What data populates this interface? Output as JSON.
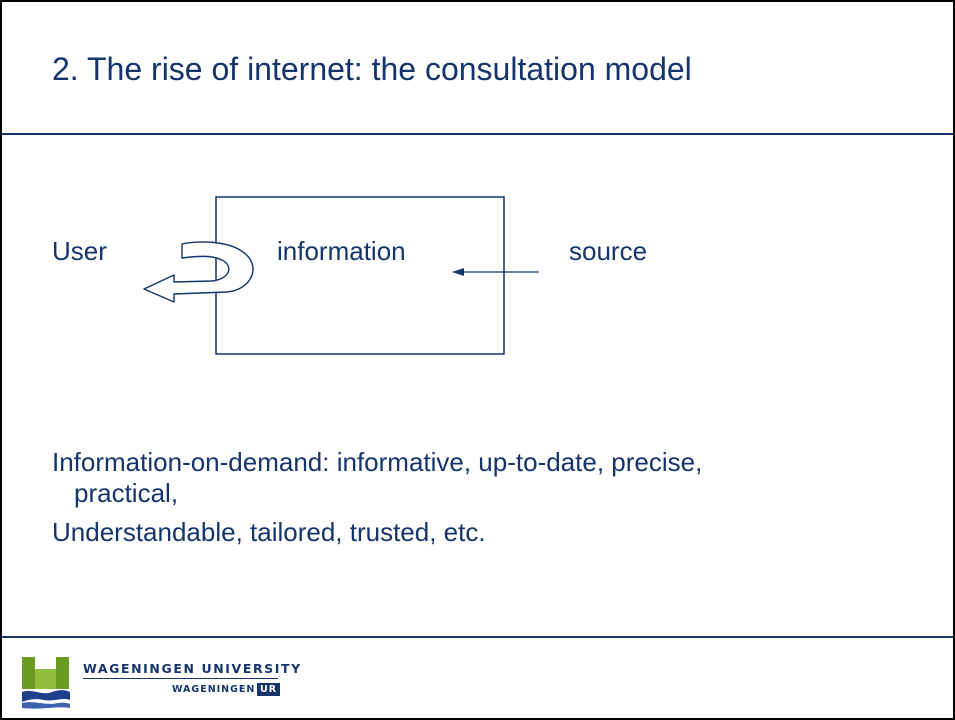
{
  "slide": {
    "title": "2. The rise of internet: the consultation model"
  },
  "diagram": {
    "user_label": "User",
    "information_label": "information",
    "source_label": "source"
  },
  "body": {
    "lines": [
      "Information-on-demand: informative, up-to-date, precise,",
      "practical,",
      "Understandable, tailored, trusted, etc."
    ]
  },
  "footer": {
    "university": "WAGENINGEN UNIVERSITY",
    "subname": "WAGENINGEN",
    "badge": "UR"
  },
  "colors": {
    "text": "#14346b",
    "border": "#000000",
    "logo_green": "#6a9a1f",
    "logo_blue": "#1f3f8a"
  }
}
